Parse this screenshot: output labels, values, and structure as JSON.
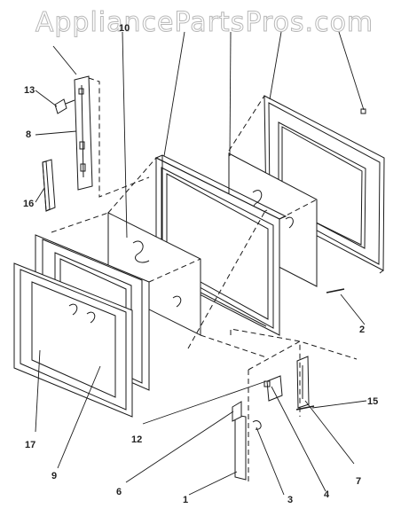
{
  "watermark": "AppliancePartsPros.com",
  "callouts": {
    "c13": "13",
    "c8": "8",
    "c16": "16",
    "c10": "10",
    "c2": "2",
    "c15": "15",
    "c12": "12",
    "c7": "7",
    "c6": "6",
    "c4": "4",
    "c3": "3",
    "c1": "1",
    "c17": "17",
    "c9": "9"
  },
  "colors": {
    "ink": "#1a1a1a",
    "watermark_stroke": "#b5b5b5"
  }
}
